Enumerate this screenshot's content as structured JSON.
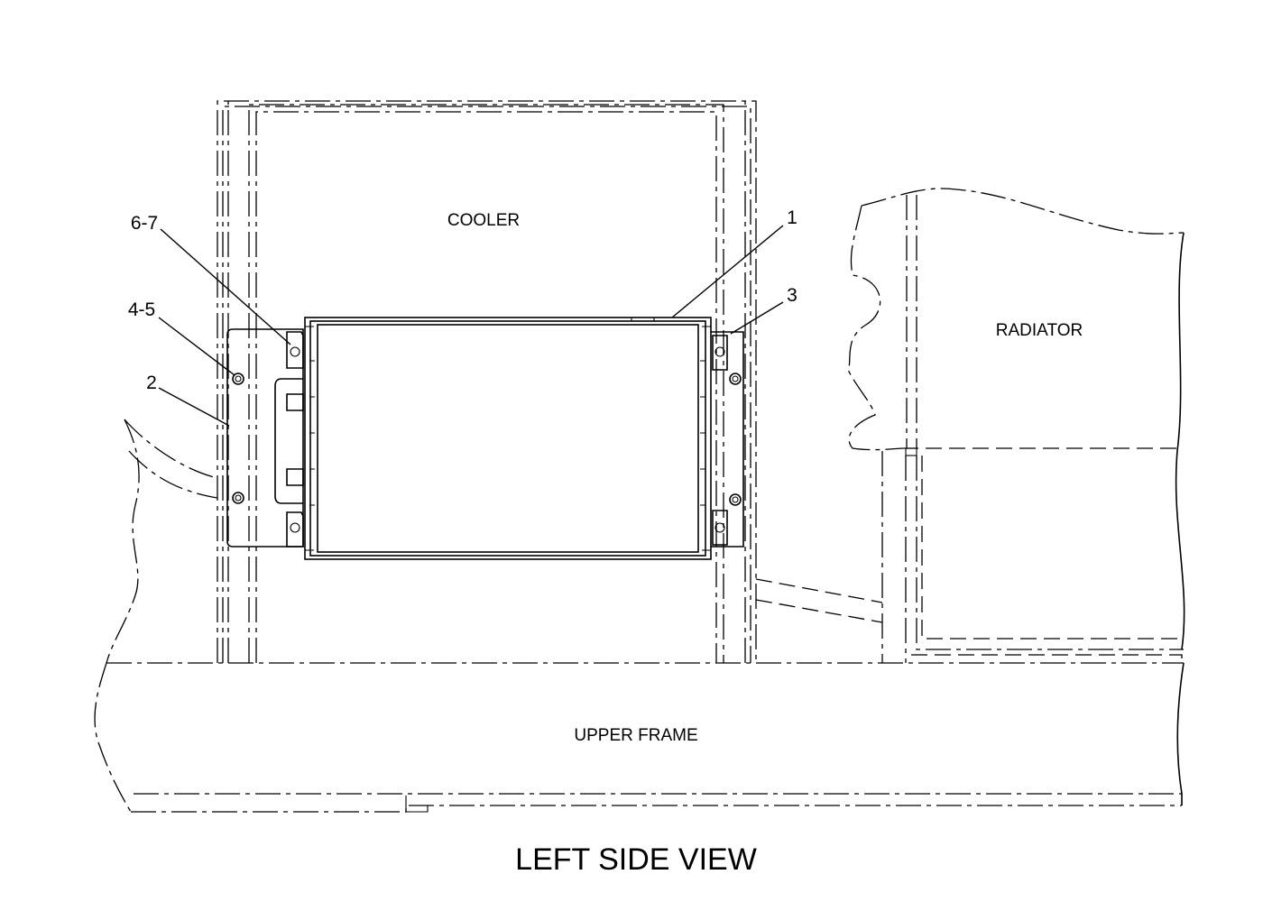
{
  "labels": {
    "cooler": "COOLER",
    "radiator": "RADIATOR",
    "upper_frame": "UPPER FRAME"
  },
  "callouts": {
    "c1": "1",
    "c2": "2",
    "c3": "3",
    "c45": "4-5",
    "c67": "6-7"
  },
  "view_title": "LEFT SIDE VIEW"
}
